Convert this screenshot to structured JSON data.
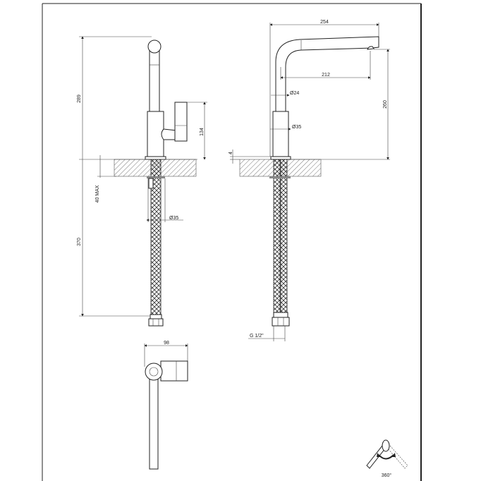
{
  "side_view": {
    "height_above_deck": "289",
    "hose_length": "370",
    "handle_height": "134",
    "deck_thickness": "40 MAX",
    "hole_diameter": "Ø35"
  },
  "front_view": {
    "spout_total_reach": "254",
    "spout_reach": "212",
    "outlet_height": "260",
    "column_diameter": "Ø24",
    "base_diameter": "Ø35",
    "base_gap": "4",
    "connection": "G 1/2\""
  },
  "top_view": {
    "width": "98"
  },
  "rotation_icon": {
    "label": "360°"
  }
}
